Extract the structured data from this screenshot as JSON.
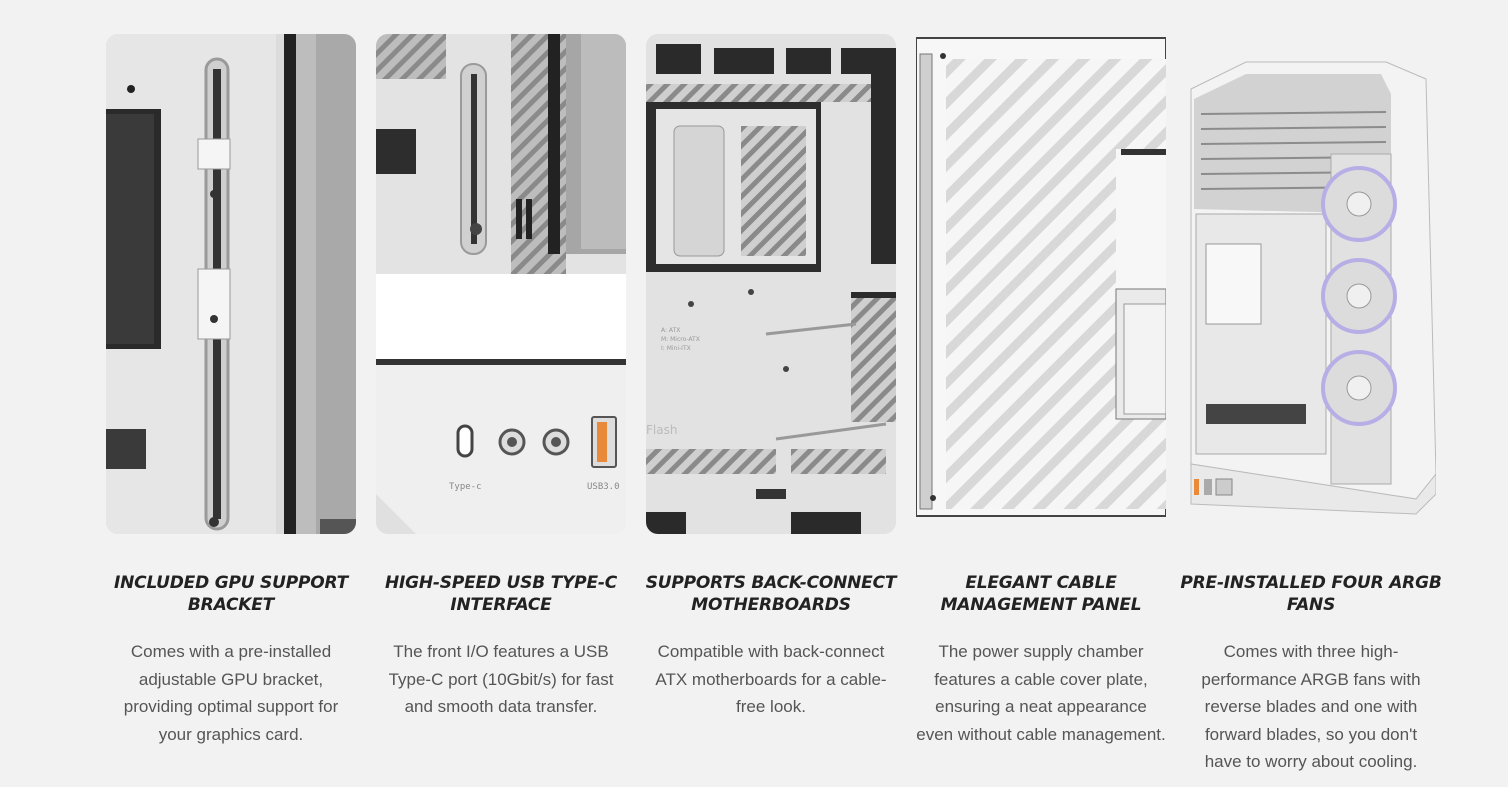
{
  "features": [
    {
      "title": "INCLUDED GPU SUPPORT BRACKET",
      "description": "Comes with a pre-installed adjustable GPU bracket, providing optimal support for your graphics card.",
      "image_icon": "gpu-bracket-photo"
    },
    {
      "title": "HIGH-SPEED USB TYPE-C INTERFACE",
      "description": "The front I/O features a USB Type-C port (10Gbit/s) for fast and smooth data transfer.",
      "image_icon": "usb-io-photo",
      "port_labels": [
        "Type-c",
        "USB3.0"
      ]
    },
    {
      "title": "SUPPORTS BACK-CONNECT MOTHERBOARDS",
      "description": "Compatible with back-connect ATX motherboards for a cable-free look.",
      "image_icon": "motherboard-tray-photo",
      "tray_labels": [
        "A: ATX",
        "M: Micro-ATX",
        "I: Mini-ITX",
        "Flash"
      ]
    },
    {
      "title": "ELEGANT CABLE MANAGEMENT PANEL",
      "description": "The power supply chamber features a cable cover plate, ensuring a neat appearance even without cable management.",
      "image_icon": "cable-cover-photo"
    },
    {
      "title": "PRE-INSTALLED FOUR ARGB FANS",
      "description": "Comes with three high-performance ARGB fans with reverse blades and one with forward blades, so you don't have to worry about cooling.",
      "image_icon": "pc-case-photo"
    }
  ],
  "colors": {
    "background": "#f2f2f2",
    "title": "#222222",
    "text": "#555555",
    "accent": "#e98a3a"
  }
}
